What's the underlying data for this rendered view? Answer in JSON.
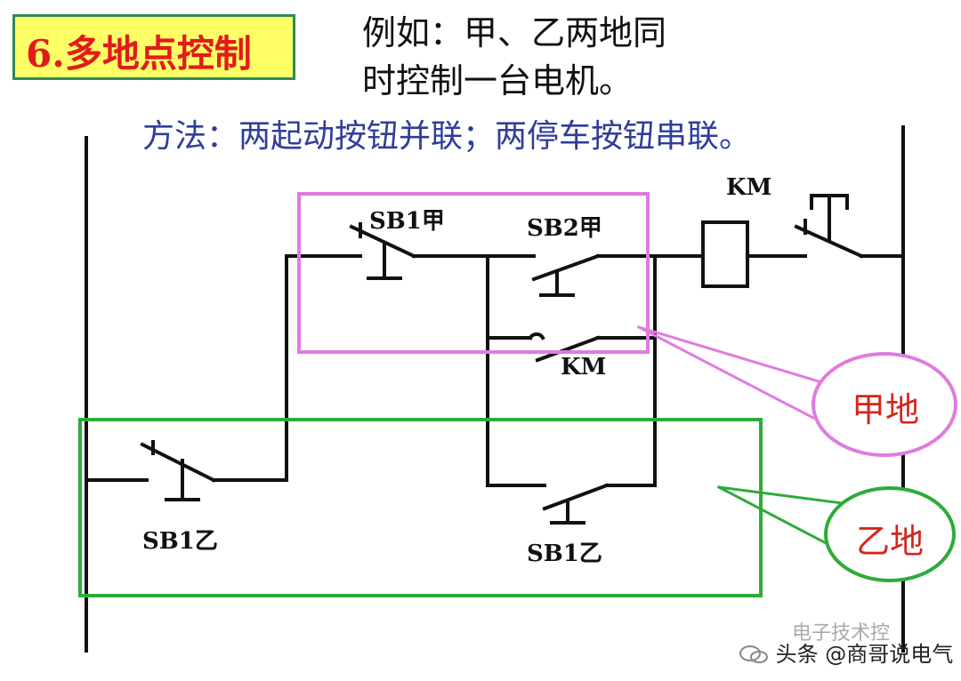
{
  "title": "6.多地点控制",
  "example": {
    "line1": "例如：甲、乙两地同",
    "line2": "时控制一台电机。"
  },
  "method": "方法：两起动按钮并联；两停车按钮串联。",
  "labels": {
    "sb1_jia": "SB1甲",
    "sb2_jia": "SB2甲",
    "km_coil": "KM",
    "km_contact": "KM",
    "sb1_yi_left": "SB1乙",
    "sb1_yi_right": "SB1乙"
  },
  "areas": {
    "jia": "甲地",
    "yi": "乙地"
  },
  "watermark": "头条 @商哥说电气",
  "watermark_brand": "电子技术控",
  "colors": {
    "title_bg": "#ffff66",
    "title_text": "#e21b1b",
    "method_text": "#2f3d9c",
    "jia_box": "#e07be0",
    "yi_box": "#2eab3a",
    "area_label": "#d4261c"
  }
}
